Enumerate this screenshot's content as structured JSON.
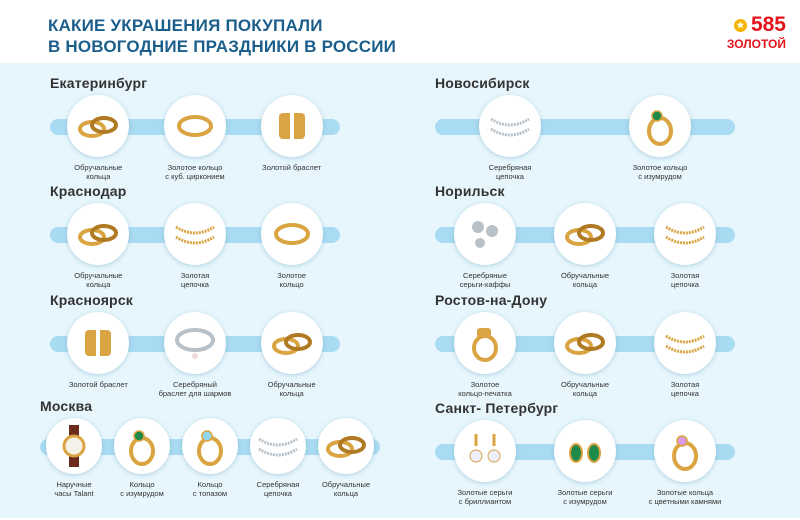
{
  "header": {
    "title_line1": "КАКИЕ УКРАШЕНИЯ ПОКУПАЛИ",
    "title_line2": "В НОВОГОДНИЕ ПРАЗДНИКИ В РОССИИ",
    "logo_number": "585",
    "logo_word": "ЗОЛОТОЙ"
  },
  "colors": {
    "title": "#1b5e8c",
    "brand": "#e3141b",
    "panel": "#e6f6fc",
    "bar": "#a9dbf2"
  },
  "cities": [
    {
      "name": "Екатеринбург",
      "items": [
        {
          "label": "Обручальные\nкольца",
          "icon": "wedding-rings"
        },
        {
          "label": "Золотое кольцо\nс куб. цирконием",
          "icon": "gold-ring"
        },
        {
          "label": "Золотой браслет",
          "icon": "gold-bracelet"
        }
      ]
    },
    {
      "name": "Краснодар",
      "items": [
        {
          "label": "Обручальные\nкольца",
          "icon": "wedding-rings"
        },
        {
          "label": "Золотая\nцепочка",
          "icon": "gold-chain"
        },
        {
          "label": "Золотое\nкольцо",
          "icon": "gold-ring"
        }
      ]
    },
    {
      "name": "Красноярск",
      "items": [
        {
          "label": "Золотой браслет",
          "icon": "gold-bracelet"
        },
        {
          "label": "Серебряный\nбраслет для шармов",
          "icon": "silver-bracelet"
        },
        {
          "label": "Обручальные\nкольца",
          "icon": "wedding-rings"
        }
      ]
    },
    {
      "name": "Москва",
      "items": [
        {
          "label": "Наручные\nчасы Talant",
          "icon": "watch"
        },
        {
          "label": "Кольцо\nс изумрудом",
          "icon": "emerald-ring"
        },
        {
          "label": "Кольцо\nс топазом",
          "icon": "topaz-ring"
        },
        {
          "label": "Серебряная\nцепочка",
          "icon": "silver-chain"
        },
        {
          "label": "Обручальные\nкольца",
          "icon": "wedding-rings"
        }
      ]
    },
    {
      "name": "Новосибирск",
      "items": [
        {
          "label": "Серебряная\nцепочка",
          "icon": "silver-chain"
        },
        {
          "label": "Золотое кольцо\nс изумрудом",
          "icon": "emerald-ring"
        }
      ]
    },
    {
      "name": "Норильск",
      "items": [
        {
          "label": "Серебряные\nсерьги-каффы",
          "icon": "silver-earrings"
        },
        {
          "label": "Обручальные\nкольца",
          "icon": "wedding-rings"
        },
        {
          "label": "Золотая\nцепочка",
          "icon": "gold-chain"
        }
      ]
    },
    {
      "name": "Ростов-на-Дону",
      "items": [
        {
          "label": "Золотое\nкольцо-печатка",
          "icon": "signet-ring"
        },
        {
          "label": "Обручальные\nкольца",
          "icon": "wedding-rings"
        },
        {
          "label": "Золотая\nцепочка",
          "icon": "gold-chain"
        }
      ]
    },
    {
      "name": "Санкт- Петербург",
      "items": [
        {
          "label": "Золотые серьги\nс бриллиантом",
          "icon": "diamond-earrings"
        },
        {
          "label": "Золотые серьги\nс изумрудом",
          "icon": "emerald-earrings"
        },
        {
          "label": "Золотые кольца\nс цветными камнями",
          "icon": "gem-ring"
        }
      ]
    }
  ]
}
